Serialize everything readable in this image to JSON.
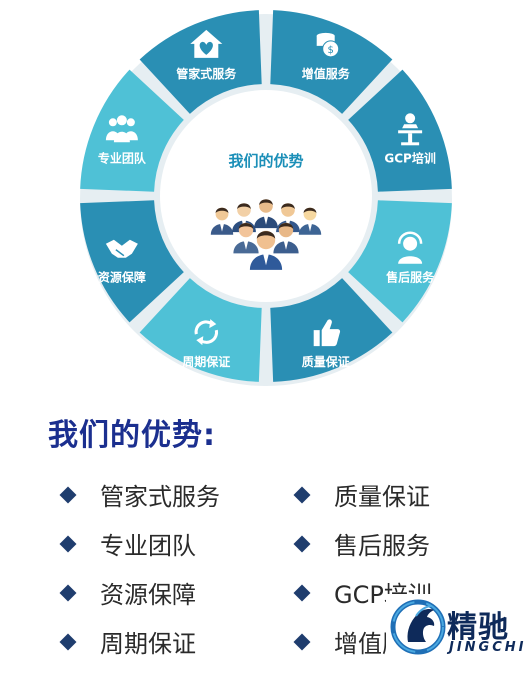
{
  "wheel": {
    "center_title": "我们的优势",
    "colors": {
      "dark": "#2a8fb4",
      "light": "#4fc1d6",
      "center_title": "#1b8fb8"
    },
    "segments": [
      {
        "label": "增值服务",
        "icon": "money-bag-icon",
        "shade": "dark"
      },
      {
        "label": "GCP培训",
        "icon": "presenter-icon",
        "shade": "dark"
      },
      {
        "label": "售后服务",
        "icon": "headset-agent-icon",
        "shade": "light"
      },
      {
        "label": "质量保证",
        "icon": "thumbs-up-icon",
        "shade": "dark"
      },
      {
        "label": "周期保证",
        "icon": "recycle-arrows-icon",
        "shade": "light"
      },
      {
        "label": "资源保障",
        "icon": "handshake-icon",
        "shade": "dark"
      },
      {
        "label": "专业团队",
        "icon": "team-icon",
        "shade": "light"
      },
      {
        "label": "管家式服务",
        "icon": "house-heart-icon",
        "shade": "dark"
      }
    ]
  },
  "heading": "我们的优势:",
  "list_left": [
    "管家式服务",
    "专业团队",
    "资源保障",
    "周期保证"
  ],
  "list_right": [
    "质量保证",
    "售后服务",
    "GCP培训",
    "增值服务"
  ],
  "logo": {
    "name": "精驰",
    "sub": "JINGCHI",
    "icon": "horse-head-logo-icon"
  }
}
